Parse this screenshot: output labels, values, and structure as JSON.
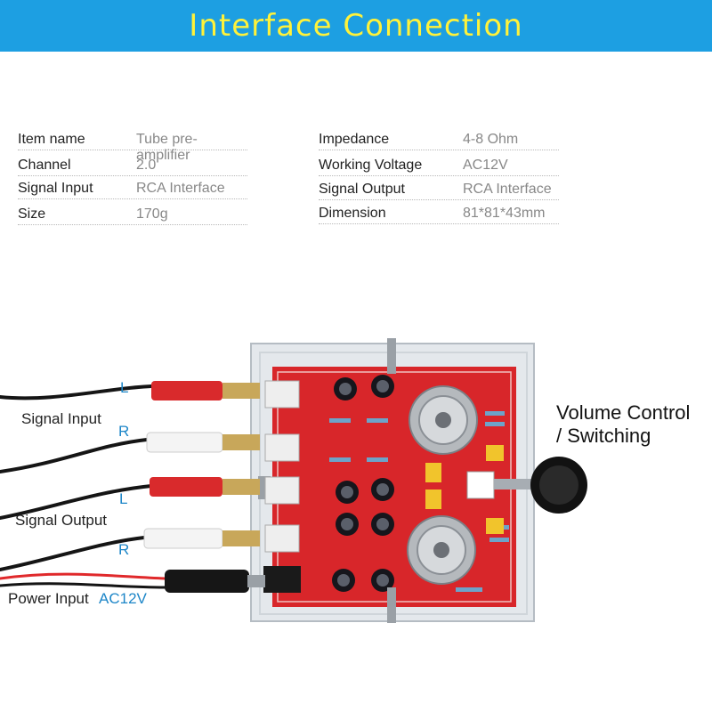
{
  "banner": {
    "title": "Interface  Connection"
  },
  "specs_left": [
    {
      "key": "Item name",
      "value": "Tube pre-amplifier"
    },
    {
      "key": "Channel",
      "value": "2.0"
    },
    {
      "key": "Signal Input",
      "value": "RCA Interface"
    },
    {
      "key": "Size",
      "value": "170g"
    }
  ],
  "specs_right": [
    {
      "key": "Impedance",
      "value": "4-8 Ohm"
    },
    {
      "key": "Working Voltage",
      "value": "AC12V"
    },
    {
      "key": "Signal Output",
      "value": "RCA Interface"
    },
    {
      "key": "Dimension",
      "value": "81*81*43mm"
    }
  ],
  "callouts": {
    "input_l": "L",
    "signal_input": "Signal Input",
    "input_r": "R",
    "output_l": "L",
    "signal_output": "Signal Output",
    "output_r": "R",
    "power_input": "Power Input",
    "power_voltage": "AC12V",
    "volume_line1": "Volume Control",
    "volume_line2": "/ Switching"
  },
  "colors": {
    "banner": "#1d9fe2",
    "banner_text": "#fff23a",
    "pcb": "#d8262a",
    "callout_blue": "#1d86c8"
  }
}
